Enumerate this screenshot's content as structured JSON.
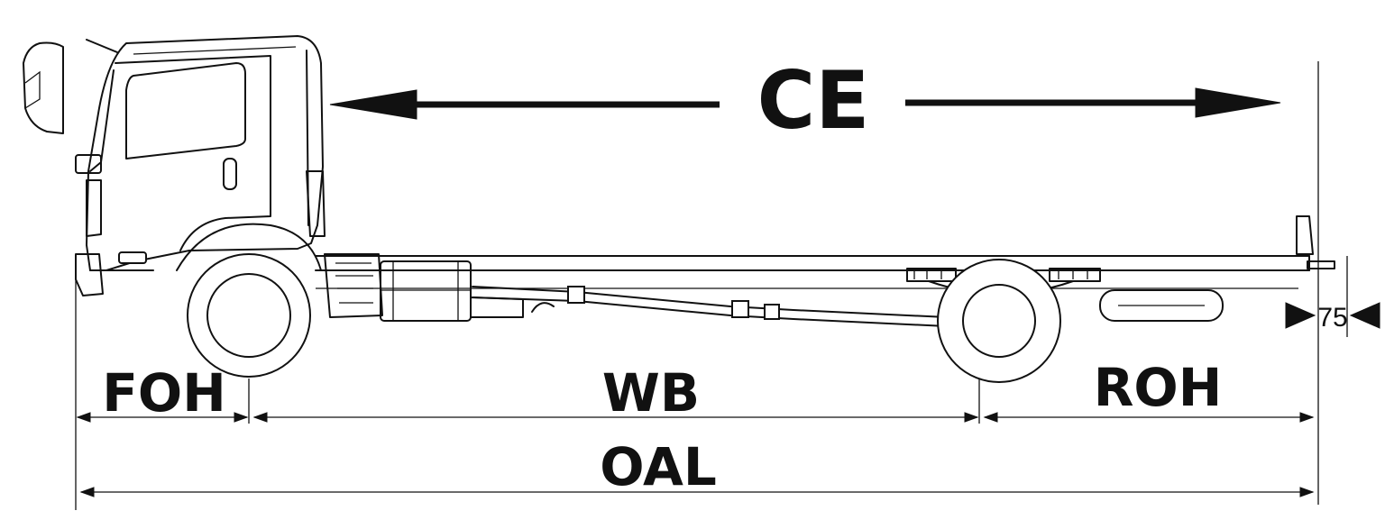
{
  "labels": {
    "ce": "CE",
    "foh": "FOH",
    "wb": "WB",
    "roh": "ROH",
    "oal": "OAL",
    "overhang_value": "75"
  },
  "colors": {
    "ink": "#111111",
    "background": "#ffffff"
  }
}
